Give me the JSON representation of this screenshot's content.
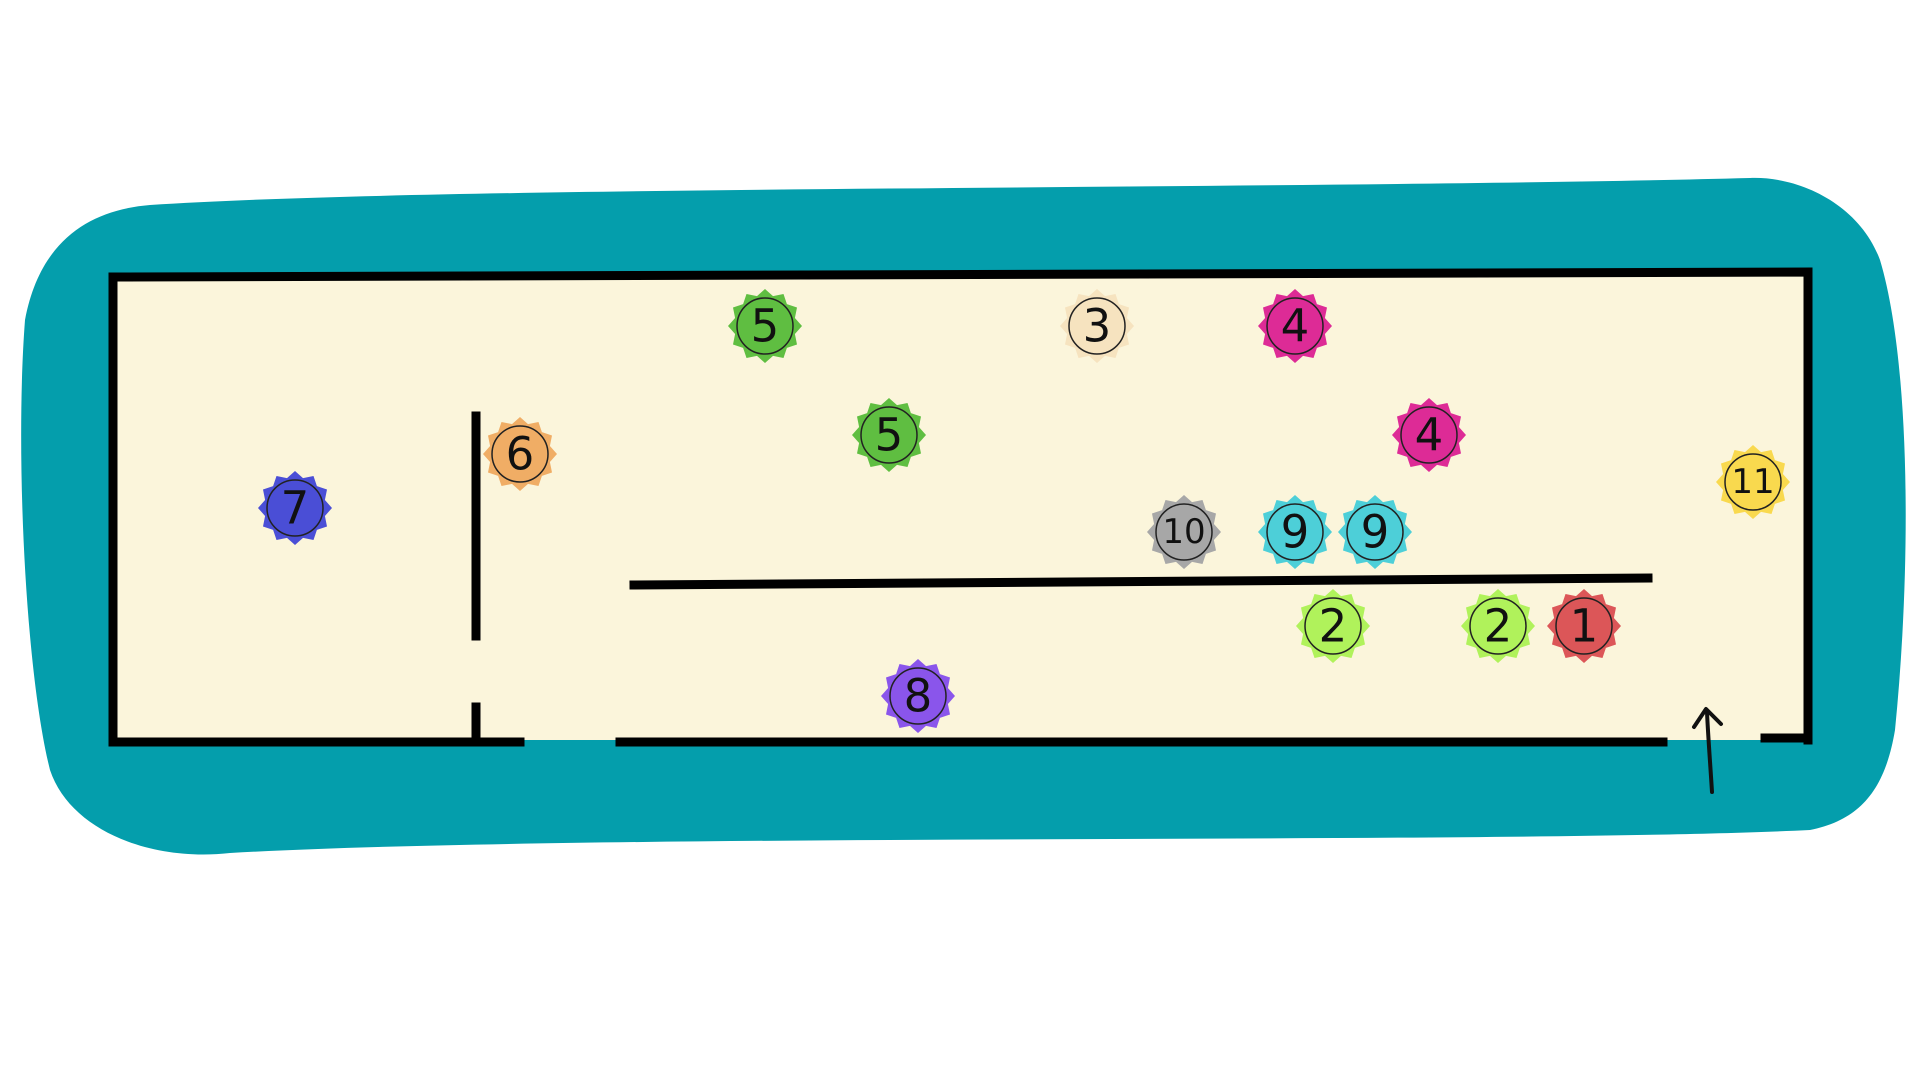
{
  "colors": {
    "surround": "#049eac",
    "floor": "#fbf5db",
    "wall": "#000000",
    "marker_outline": "#222222"
  },
  "entrance": {
    "icon": "up-arrow-icon"
  },
  "markers": [
    {
      "label": "1",
      "color": "#dc5658"
    },
    {
      "label": "2",
      "color": "#b0f25b"
    },
    {
      "label": "2",
      "color": "#b0f25b"
    },
    {
      "label": "3",
      "color": "#f6e3bf"
    },
    {
      "label": "4",
      "color": "#dd2b96"
    },
    {
      "label": "4",
      "color": "#dd2b96"
    },
    {
      "label": "5",
      "color": "#5fbe41"
    },
    {
      "label": "5",
      "color": "#5fbe41"
    },
    {
      "label": "6",
      "color": "#f0ad65"
    },
    {
      "label": "7",
      "color": "#4a4ed6"
    },
    {
      "label": "8",
      "color": "#8a55eb"
    },
    {
      "label": "9",
      "color": "#4dcfd8"
    },
    {
      "label": "9",
      "color": "#4dcfd8"
    },
    {
      "label": "10",
      "color": "#a7a7a7"
    },
    {
      "label": "11",
      "color": "#f9d94e"
    }
  ]
}
